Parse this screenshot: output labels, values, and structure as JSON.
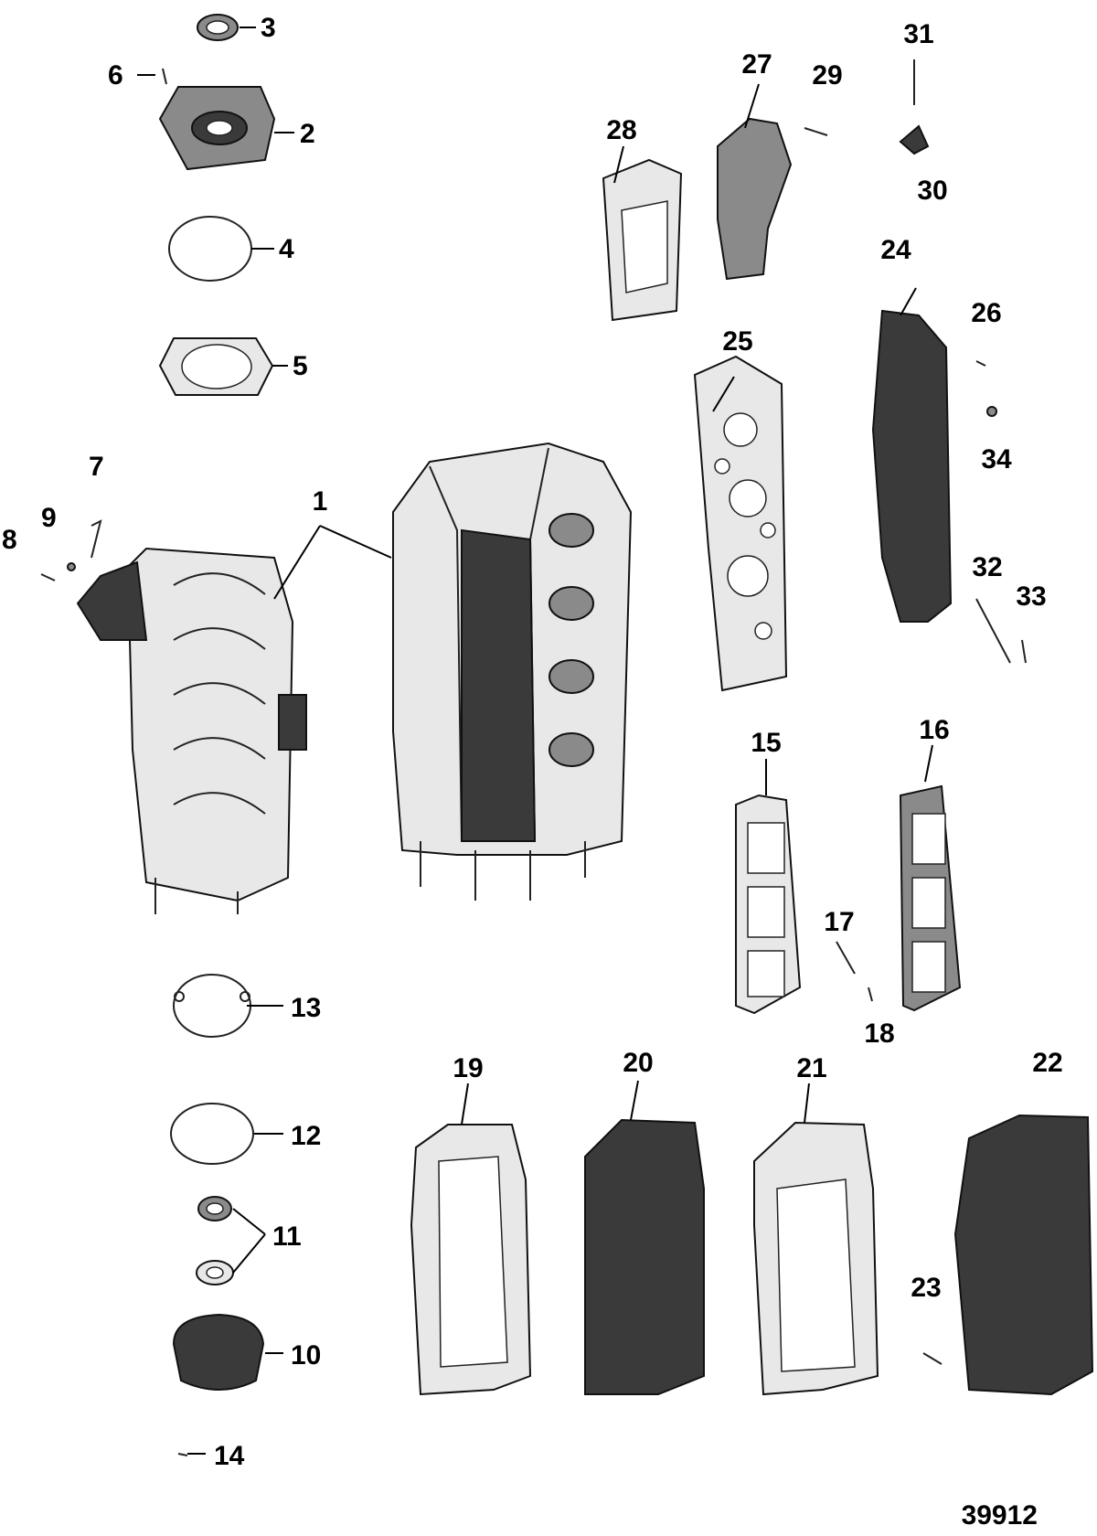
{
  "figure": {
    "figure_number": "39912",
    "callouts": [
      "1",
      "2",
      "3",
      "4",
      "5",
      "6",
      "7",
      "8",
      "9",
      "10",
      "11",
      "12",
      "13",
      "14",
      "15",
      "16",
      "17",
      "18",
      "19",
      "20",
      "21",
      "22",
      "23",
      "24",
      "25",
      "26",
      "27",
      "28",
      "29",
      "30",
      "31",
      "32",
      "33",
      "34"
    ]
  }
}
